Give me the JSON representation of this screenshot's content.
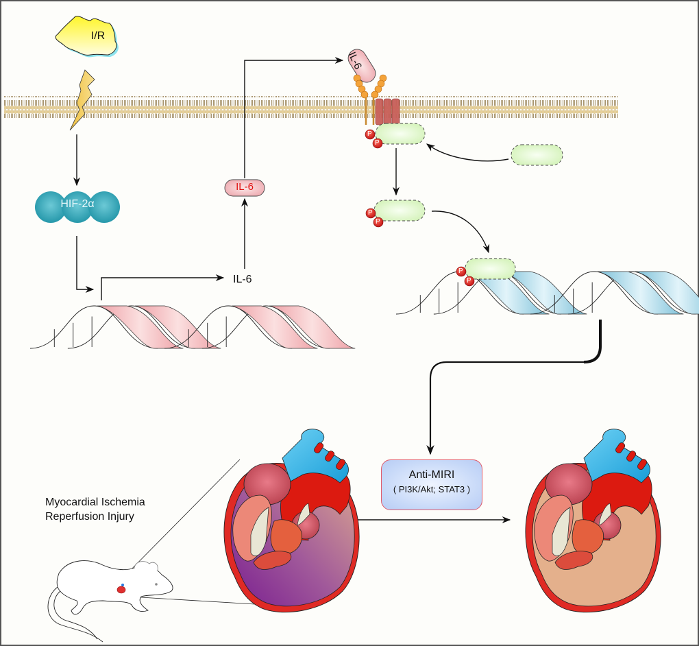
{
  "figure": {
    "type": "signaling-pathway-diagram",
    "stimulus": {
      "label": "I/R",
      "icon": "lightning-bolt-icon"
    },
    "transcription_factor": {
      "label": "HIF-2α"
    },
    "gene_product": {
      "label": "IL-6"
    },
    "secreted_protein": {
      "label": "IL-6"
    },
    "ligand": {
      "label": "IL-6"
    },
    "phospho_label": "P",
    "outcome_box": {
      "title": "Anti-MIRI",
      "subtitle": "( PI3K/Akt; STAT3 )"
    },
    "model_label": {
      "line1": "Myocardial Ischemia",
      "line2": "Reperfusion Injury"
    }
  },
  "colors": {
    "stimulus": "#fff23a",
    "hif": "#2aa5b8",
    "il6_pink": "#f2b9bd",
    "il6_text": "#e01010",
    "stat_green": "#dff7c8",
    "phospho": "#d42020",
    "dna_pink": "#f0aeb0",
    "dna_blue": "#8ccbe0",
    "membrane": "#dcc48a",
    "outcome_box": "#c8daf8",
    "injured_heart": "#7a2a8a",
    "healthy_heart": "#e4b08c"
  }
}
